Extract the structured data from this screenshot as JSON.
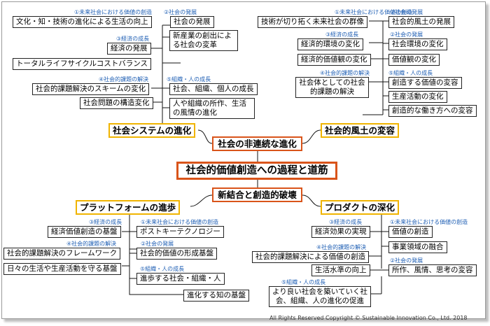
{
  "center": {
    "main": "社会的価値創造への過程と道筋",
    "upper": "社会の非連続な進化",
    "lower": "新結合と創造的破壊"
  },
  "branches": {
    "system": "社会システムの進化",
    "culture": "社会的風土の変容",
    "platform": "プラットフォームの進歩",
    "product": "プロダクトの深化"
  },
  "labels": {
    "future": "①未来社会における価値の創造",
    "develop": "②社会の発展",
    "econ": "③経済の成長",
    "issue": "④社会的課題の解決",
    "org": "⑤組織・人の成長"
  },
  "nodes": {
    "tl_culture_tech": "文化・知・技術の進化による生活の向上",
    "tl_dev": "社会の発展",
    "tl_new_industry": "新産業の創出による社会の変革",
    "tl_econ": "経済の発展",
    "tl_total": "トータルライフサイクルコストバランス",
    "tl_scheme": "社会的課題解決のスキームの変化",
    "tl_org": "社会、組織、個人の成長",
    "tl_structure": "社会問題の構造変化",
    "tl_people": "人や組織の所作、生活の風情の進化",
    "tr_future": "技術が切り拓く未来社会の群像",
    "tr_culture": "社会的風土の発展",
    "tr_env": "経済的環境の変化",
    "tr_social_env": "社会環境の変化",
    "tr_values": "経済的価値観の変化",
    "tr_value_view": "価値観の変化",
    "tr_solution": "社会体としての社会的課題の解決",
    "tr_creative_value": "創造する価値の変容",
    "tr_production": "生産活動の変化",
    "tr_workstyle": "創造的な働き方への変容",
    "bl_econ_value": "経済価値創造の基盤",
    "bl_post_key": "ポストキーテクノロジー",
    "bl_framework": "社会的課題解決のフレームワーク",
    "bl_formation": "社会的価値の形成基盤",
    "bl_daily": "日々の生活や生産活動を守る基盤",
    "bl_progress": "進歩する社会・組織・人",
    "bl_knowledge": "進化する知の基盤",
    "br_econ_effect": "経済効果の実現",
    "br_value_create": "価値の創造",
    "br_business": "事業領域の融合",
    "br_issue_value": "社会的課題解決による価値の創造",
    "br_living": "生活水準の向上",
    "br_style": "所作、風情、思考の変容",
    "br_better": "より良い社会を築いていく社会、組織、人の進化の促進"
  },
  "footer": {
    "copyright": "All Rights Reserved Copyright © Sustainable Innovation Co., Ltd. 2018"
  }
}
